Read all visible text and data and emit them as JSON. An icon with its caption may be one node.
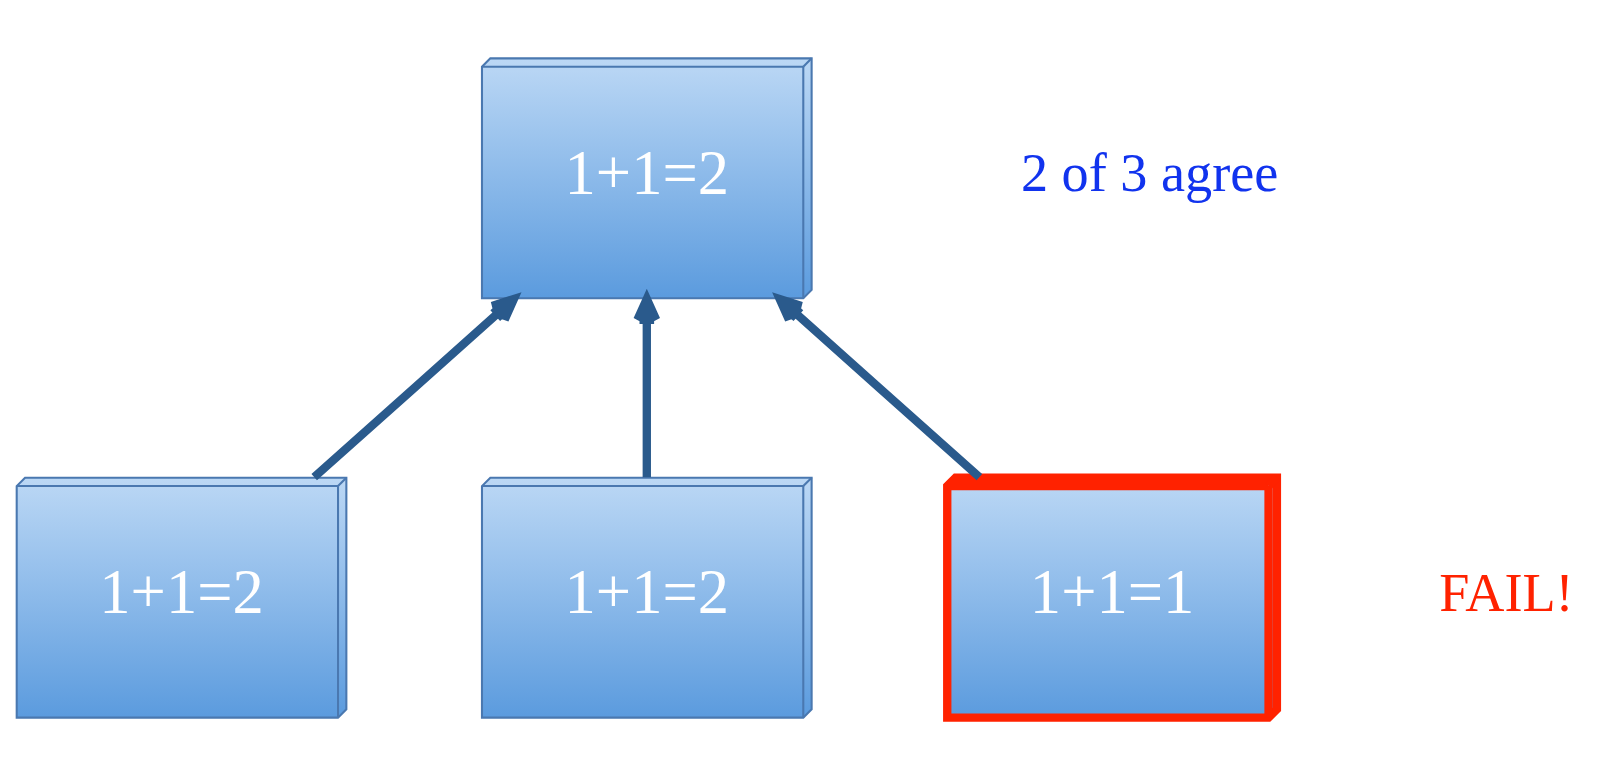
{
  "diagram": {
    "nodes": [
      {
        "text": [
          "1+1=2"
        ],
        "beside": [
          "2 of 3 agree"
        ]
      },
      {
        "text": [
          "1+1=2"
        ]
      },
      {
        "text": [
          "1+1=2"
        ]
      },
      {
        "text": [
          "1+1=1"
        ],
        "beside": [
          "FAIL!"
        ]
      }
    ],
    "edges": [
      {
        "from": 1,
        "to": 0,
        "arrow": "to"
      },
      {
        "from": 2,
        "to": 0,
        "arrow": "to"
      },
      {
        "from": 3,
        "to": 0,
        "arrow": "to"
      }
    ]
  }
}
